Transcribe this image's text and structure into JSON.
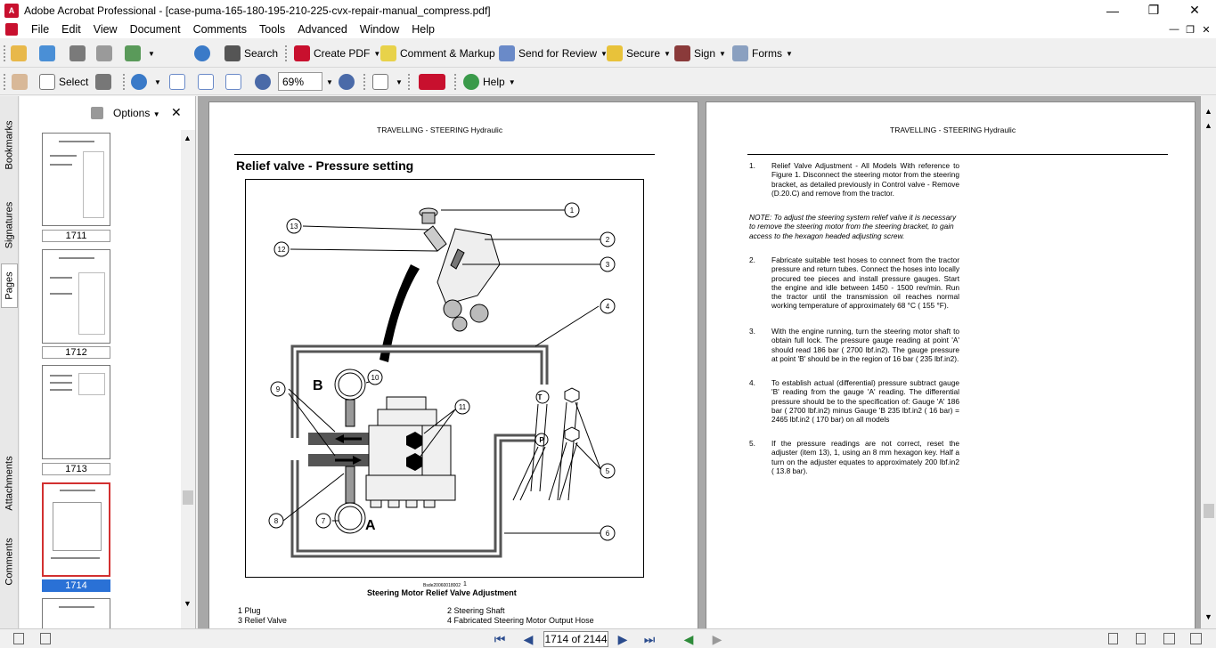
{
  "window": {
    "title": "Adobe Acrobat Professional - [case-puma-165-180-195-210-225-cvx-repair-manual_compress.pdf]"
  },
  "menu": [
    "File",
    "Edit",
    "View",
    "Document",
    "Comments",
    "Tools",
    "Advanced",
    "Window",
    "Help"
  ],
  "toolbar1": {
    "search": "Search",
    "create_pdf": "Create PDF",
    "comment_markup": "Comment & Markup",
    "send_review": "Send for Review",
    "secure": "Secure",
    "sign": "Sign",
    "forms": "Forms"
  },
  "toolbar2": {
    "select": "Select",
    "zoom": "69%",
    "help": "Help"
  },
  "nav_tabs": [
    "Bookmarks",
    "Signatures",
    "Pages",
    "Attachments",
    "Comments"
  ],
  "pages_panel": {
    "options": "Options",
    "thumbs": [
      {
        "label": "1711",
        "selected": false
      },
      {
        "label": "1712",
        "selected": false
      },
      {
        "label": "1713",
        "selected": false
      },
      {
        "label": "1714",
        "selected": true
      }
    ]
  },
  "left_page": {
    "header": "TRAVELLING - STEERING Hydraulic",
    "title": "Relief valve - Pressure setting",
    "diagram": {
      "callouts": [
        "1",
        "2",
        "3",
        "4",
        "5",
        "6",
        "7",
        "8",
        "9",
        "10",
        "11",
        "12",
        "13"
      ],
      "label_b": "B",
      "label_a": "A",
      "label_t": "T",
      "label_p": "P",
      "figure_code": "Bsde20060018002",
      "figure_num": "1"
    },
    "caption": "Steering Motor Relief Valve Adjustment",
    "legend": [
      "1 Plug",
      "3 Relief Valve",
      "2 Steering Shaft",
      "4 Fabricated Steering Motor Output Hose"
    ]
  },
  "right_page": {
    "header": "TRAVELLING - STEERING Hydraulic",
    "steps": [
      {
        "num": "1.",
        "text": "Relief Valve Adjustment - All Models With reference to Figure 1. Disconnect the steering motor from the steering bracket, as detailed previously in Control valve - Remove (D.20.C) and remove from the tractor."
      },
      {
        "num": "2.",
        "text": "Fabricate suitable test hoses to connect from the tractor pressure and return tubes. Connect the hoses into locally procured tee pieces and install pressure gauges. Start the engine and idle between 1450 - 1500 rev/min. Run the tractor until the transmission oil reaches normal working temperature of approximately 68 °C ( 155 °F)."
      },
      {
        "num": "3.",
        "text": "With the engine running, turn the steering motor shaft to obtain full lock. The pressure gauge reading at point 'A' should read 186 bar ( 2700 lbf.in2). The gauge pressure at point 'B' should be in the region of 16 bar ( 235 lbf.in2)."
      },
      {
        "num": "4.",
        "text": "To establish actual (differential) pressure subtract gauge 'B' reading from the gauge 'A' reading. The differential pressure should be to the specification of: Gauge 'A' 186 bar ( 2700 lbf.in2) minus Gauge 'B 235 lbf.in2 ( 16 bar) = 2465 lbf.in2 ( 170 bar) on all models"
      },
      {
        "num": "5.",
        "text": "If the pressure readings are not correct, reset the adjuster (item 13), 1, using an 8 mm hexagon key. Half a turn on the adjuster equates to approximately 200 lbf.in2 ( 13.8 bar)."
      }
    ],
    "note": "NOTE: To adjust the steering system relief valve it is necessary to remove the steering motor from the steering bracket, to gain access to the hexagon headed adjusting screw."
  },
  "status": {
    "page_indicator": "1714 of 2144"
  },
  "colors": {
    "selected_thumb": "#2a71d6",
    "pdf_red": "#c8102e"
  }
}
